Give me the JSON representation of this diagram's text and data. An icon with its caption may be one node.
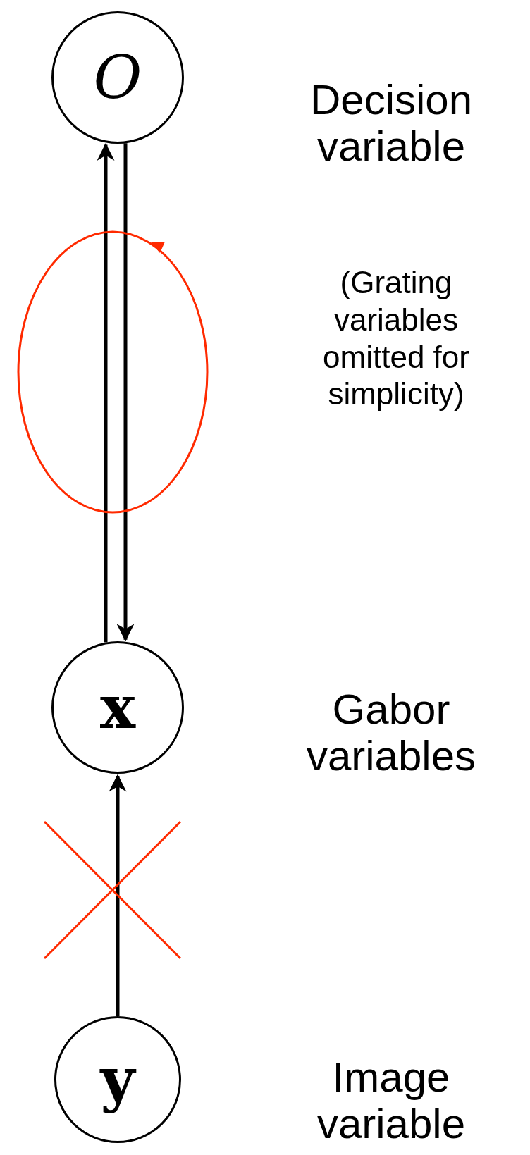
{
  "diagram": {
    "nodes": [
      {
        "text": [
          "O"
        ],
        "beside": [
          "Decision variable"
        ]
      },
      {
        "text": [
          "x"
        ],
        "beside": [
          "Gabor variables"
        ]
      },
      {
        "text": [
          "y"
        ],
        "beside": [
          "Image variable"
        ]
      }
    ],
    "edges": [
      {
        "from": 1,
        "to": 0,
        "arrow": "to"
      },
      {
        "from": 0,
        "to": 1,
        "arrow": "to"
      },
      {
        "from": 2,
        "to": 1,
        "arrow": "to"
      }
    ],
    "labels": [
      "(Grating variables omitted for simplicity)"
    ]
  }
}
